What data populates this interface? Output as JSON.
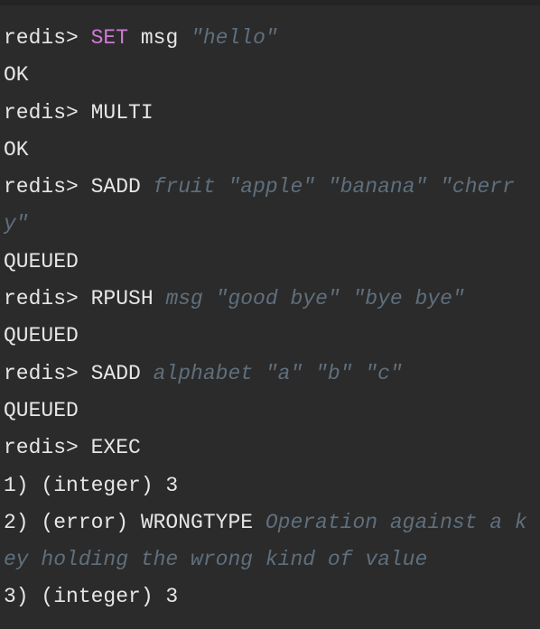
{
  "colors": {
    "background": "#2b2b2b",
    "foreground": "#e6e6e6",
    "keyword_set": "#d07ad6",
    "comment_italic": "#5f6f7d"
  },
  "console": {
    "lines": [
      {
        "prompt": "redis> ",
        "command": "SET",
        "rest": " msg ",
        "arg": "\"hello\""
      },
      {
        "text": "OK"
      },
      {
        "prompt": "redis> ",
        "command": "MULTI"
      },
      {
        "text": "OK"
      },
      {
        "prompt": "redis> ",
        "command": "SADD",
        "arg": " fruit \"apple\" \"banana\" \"cherr"
      },
      {
        "arg": "y\""
      },
      {
        "text": "QUEUED"
      },
      {
        "prompt": "redis> ",
        "command": "RPUSH",
        "arg": " msg \"good bye\" \"bye bye\""
      },
      {
        "text": "QUEUED"
      },
      {
        "prompt": "redis> ",
        "command": "SADD",
        "arg": " alphabet \"a\" \"b\" \"c\""
      },
      {
        "text": "QUEUED"
      },
      {
        "prompt": "redis> ",
        "command": "EXEC"
      },
      {
        "text": "1) (integer) 3"
      },
      {
        "text": "2) (error) WRONGTYPE",
        "arg": " Operation against a k"
      },
      {
        "arg": "ey holding the wrong kind of value"
      },
      {
        "text": "3) (integer) 3"
      }
    ]
  }
}
